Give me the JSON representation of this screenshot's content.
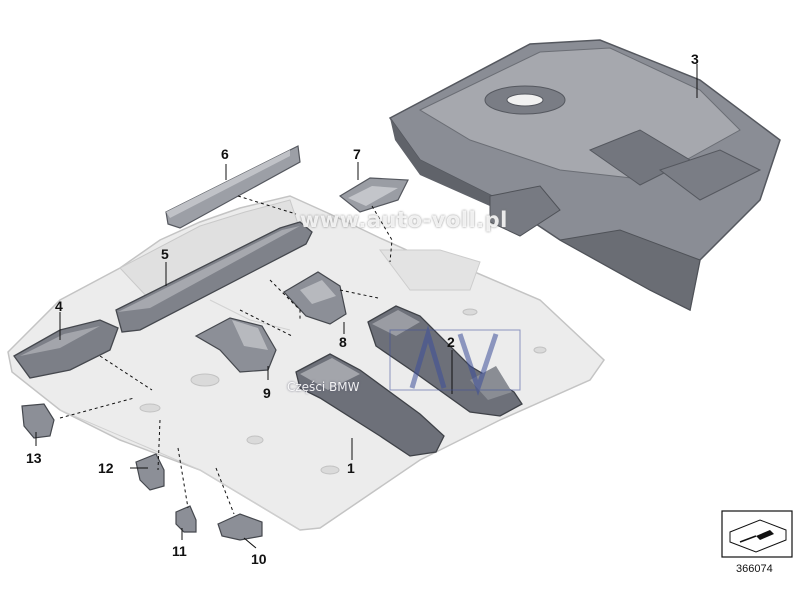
{
  "diagram": {
    "callouts": [
      {
        "id": "1",
        "label": "1"
      },
      {
        "id": "2",
        "label": "2"
      },
      {
        "id": "3",
        "label": "3"
      },
      {
        "id": "4",
        "label": "4"
      },
      {
        "id": "5",
        "label": "5"
      },
      {
        "id": "6",
        "label": "6"
      },
      {
        "id": "7",
        "label": "7"
      },
      {
        "id": "8",
        "label": "8"
      },
      {
        "id": "9",
        "label": "9"
      },
      {
        "id": "10",
        "label": "10"
      },
      {
        "id": "11",
        "label": "11"
      },
      {
        "id": "12",
        "label": "12"
      },
      {
        "id": "13",
        "label": "13"
      }
    ],
    "watermark_site": "www.auto-voll.pl",
    "watermark_brand": "Części BMW",
    "reference_number": "366074"
  },
  "colors": {
    "floor": "#e9e9e9",
    "floor_edge": "#c6c6c6",
    "part_dark": "#6d7079",
    "part_mid": "#8c8f97",
    "part_light": "#b4b6bc",
    "rear_panel": "#7e8189",
    "logo_blue": "#3c4f9a"
  }
}
